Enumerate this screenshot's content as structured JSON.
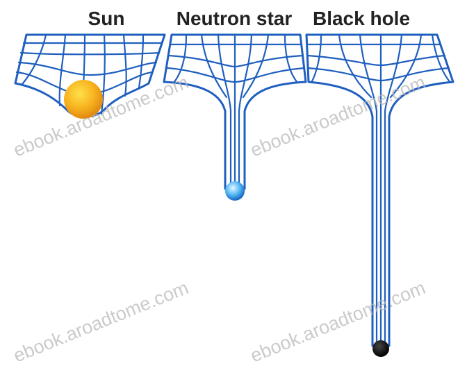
{
  "panels": [
    {
      "title": "Sun",
      "object_color": "#f5a623",
      "object_highlight": "#ffe14a"
    },
    {
      "title": "Neutron star",
      "object_color": "#1e88e5",
      "object_highlight": "#bfe6ff"
    },
    {
      "title": "Black hole",
      "object_color": "#111111",
      "object_highlight": "#333333"
    }
  ],
  "watermark": "ebook.aroadtome.com",
  "colors": {
    "grid_line": "#1f5fbf",
    "grid_fill": "#ffffff",
    "title_text": "#222222",
    "watermark_text": "#b9b9b9"
  }
}
